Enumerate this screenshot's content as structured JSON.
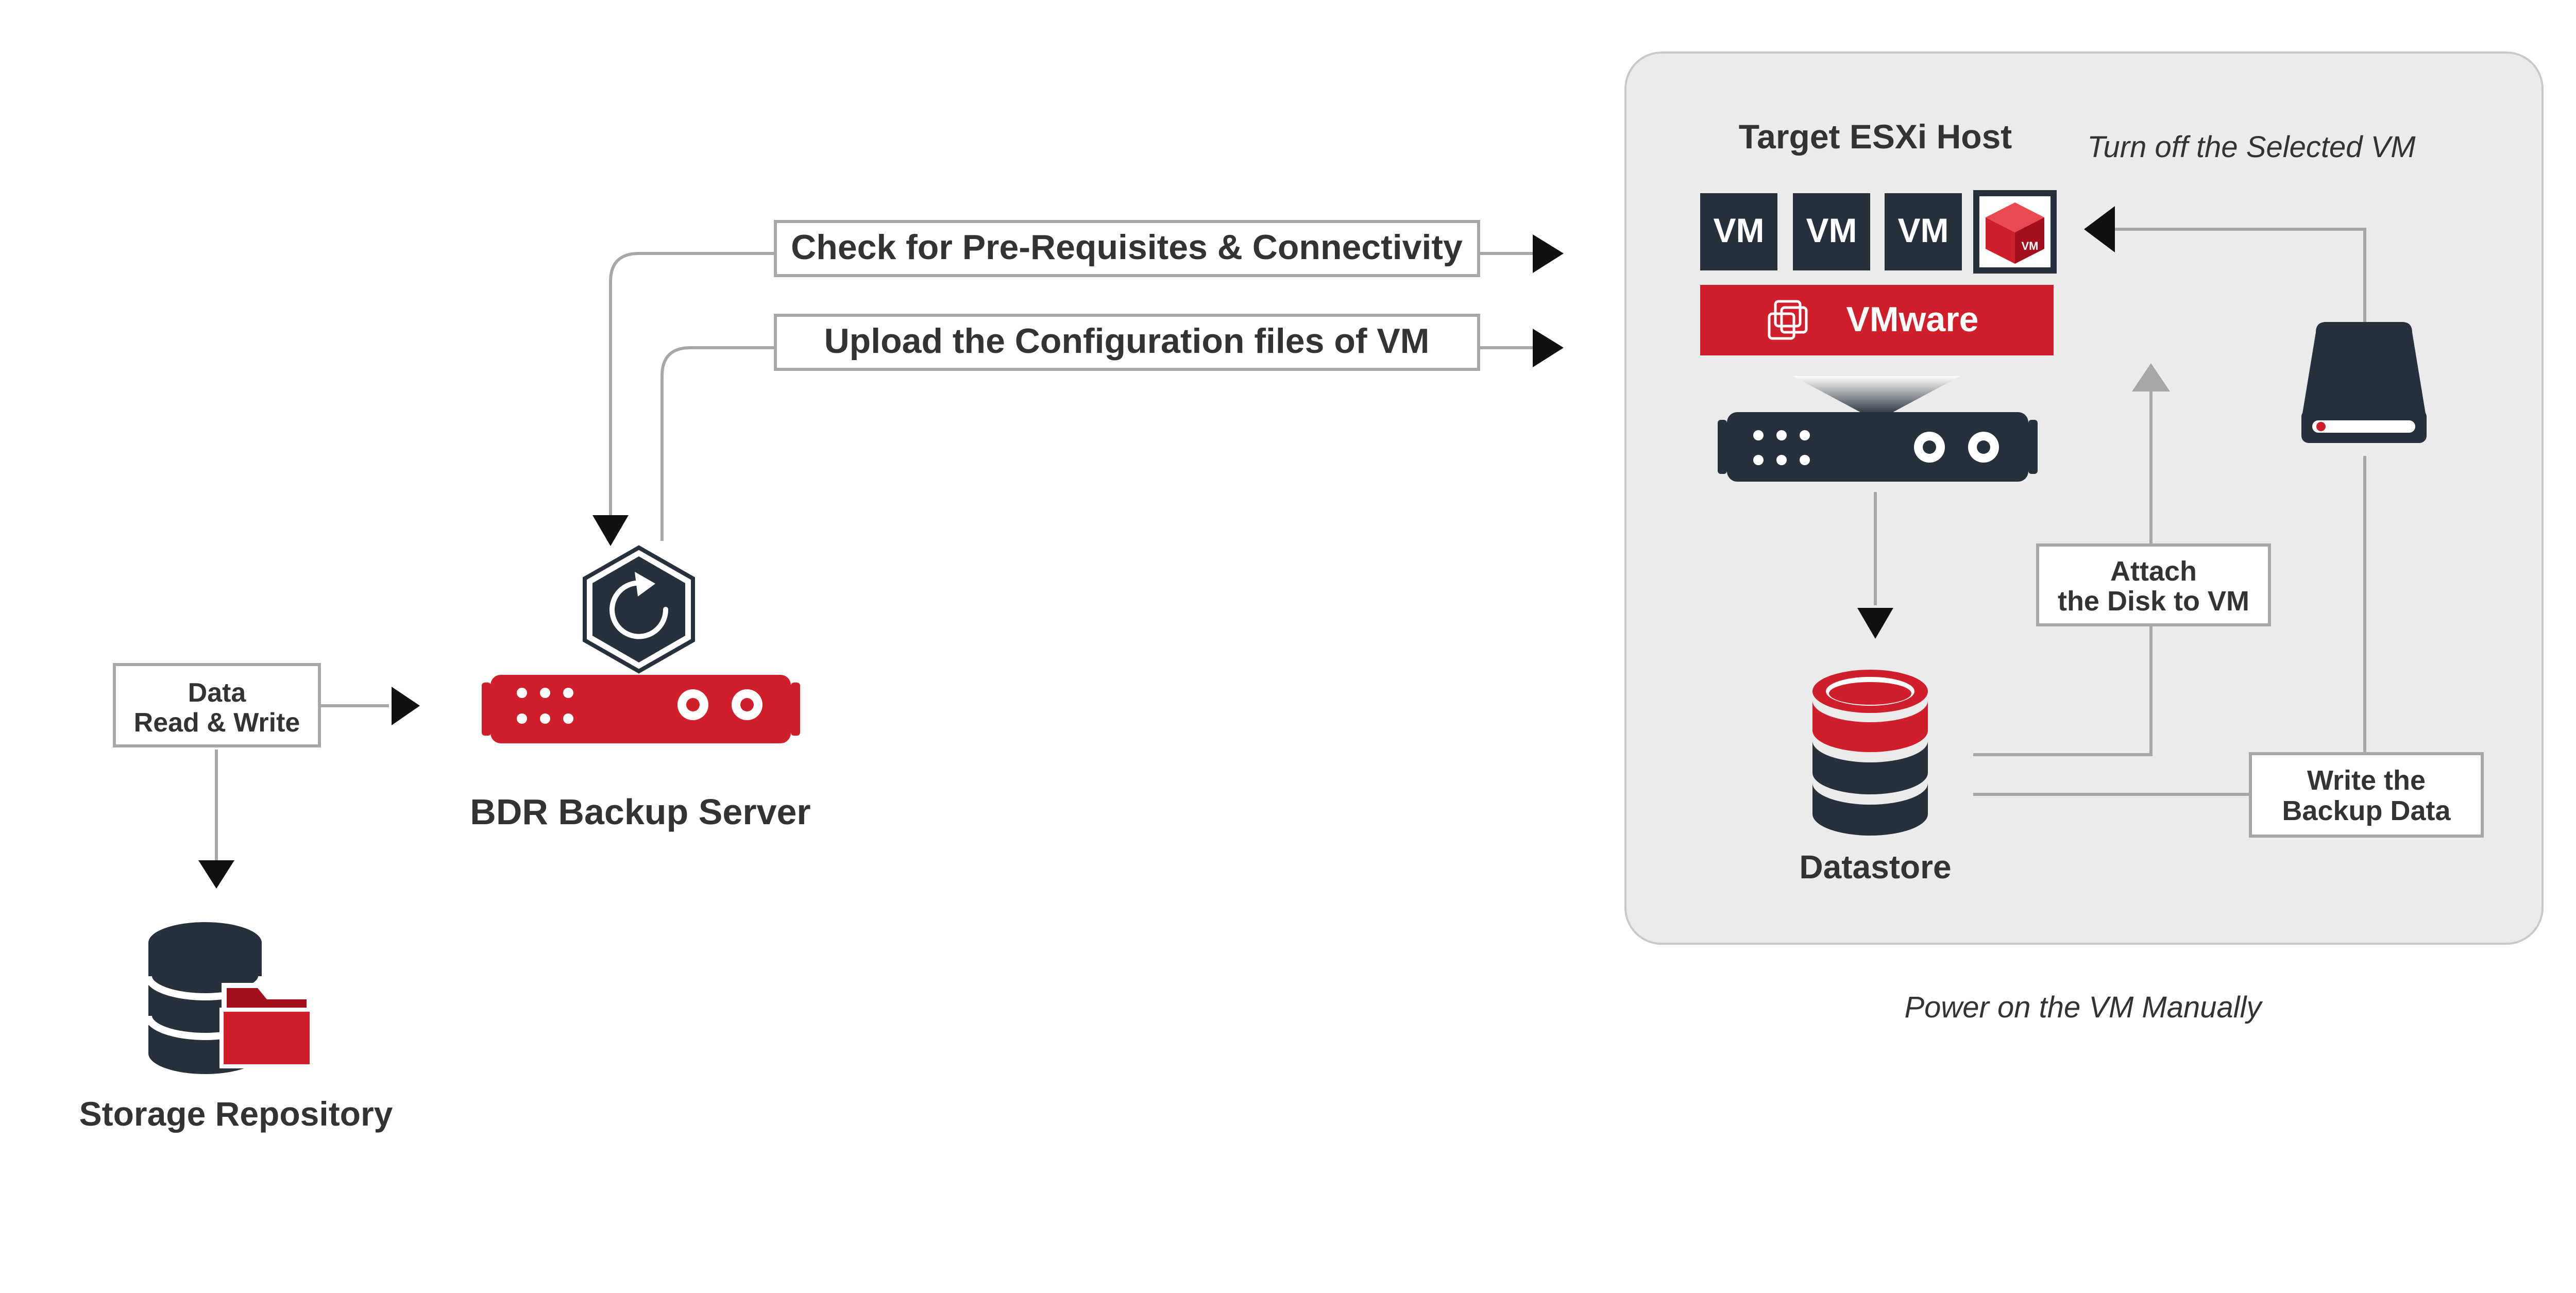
{
  "title": "",
  "server": {
    "label": "BDR Backup Server"
  },
  "repository": {
    "label": "Storage Repository"
  },
  "data_rw": {
    "line1": "Data",
    "line2": "Read & Write"
  },
  "steps": {
    "check": "Check for Pre-Requisites & Connectivity",
    "upload": "Upload the Configuration files of VM"
  },
  "esxi": {
    "title": "Target ESXi Host",
    "vm_label": "VM",
    "vm_box_label": "VM",
    "vmware_label": "VMware",
    "datastore_label": "Datastore"
  },
  "notes": {
    "turn_off": "Turn off the Selected VM",
    "power_on": "Power on the VM Manually"
  },
  "attach": {
    "line1": "Attach",
    "line2": "the Disk to VM"
  },
  "write": {
    "line1": "Write the",
    "line2": "Backup Data"
  },
  "colors": {
    "brand_red": "#d01f2b",
    "dark_navy": "#27313d",
    "panel_gray": "#ebebeb",
    "line_gray": "#a7a7a7",
    "text_dark": "#333333"
  }
}
